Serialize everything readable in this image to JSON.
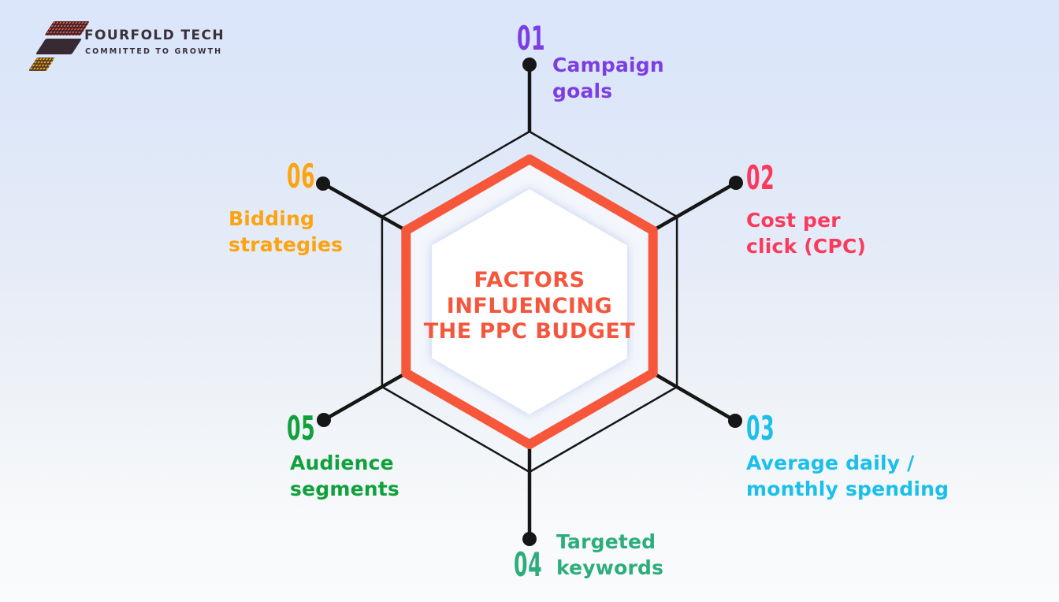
{
  "logo": {
    "title": "FOURFOLD TECH",
    "tagline": "COMMITTED TO GROWTH"
  },
  "center": {
    "title_lines": [
      "FACTORS",
      "INFLUENCING",
      "THE PPC BUDGET"
    ],
    "color": "#f4573e"
  },
  "factors": [
    {
      "number": "01",
      "label": "Campaign goals",
      "lines": [
        "Campaign",
        "goals"
      ],
      "color": "#7c3ee2"
    },
    {
      "number": "02",
      "label": "Cost per click (CPC)",
      "lines": [
        "Cost per",
        "click (CPC)"
      ],
      "color": "#f93a5d"
    },
    {
      "number": "03",
      "label": "Average daily / monthly spending",
      "lines": [
        "Average daily /",
        "monthly spending"
      ],
      "color": "#1cbfe9"
    },
    {
      "number": "04",
      "label": "Targeted keywords",
      "lines": [
        "Targeted",
        "keywords"
      ],
      "color": "#2ead7c"
    },
    {
      "number": "05",
      "label": "Audience segments",
      "lines": [
        "Audience",
        "segments"
      ],
      "color": "#10a03c"
    },
    {
      "number": "06",
      "label": "Bidding strategies",
      "lines": [
        "Bidding",
        "strategies"
      ],
      "color": "#fca311"
    }
  ],
  "colors": {
    "hexagon_border": "#f6573b",
    "hexagon_inner_fill": "#f3f6fc",
    "line_color": "#161616"
  }
}
